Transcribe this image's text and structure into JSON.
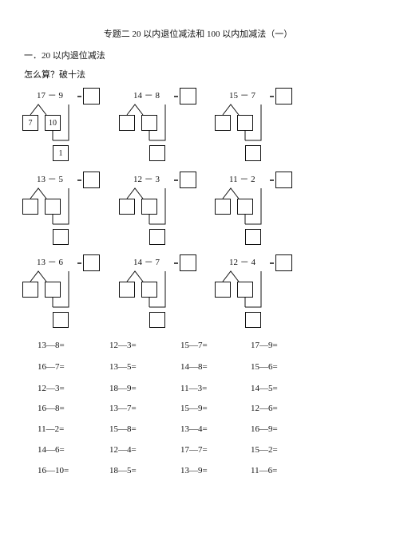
{
  "title": "专题二 20 以内退位减法和 100 以内加减法（一）",
  "section": "一．20 以内退位减法",
  "subtitle": "怎么算？破十法",
  "problems": [
    {
      "expr": "17 － 9",
      "left": "7",
      "right": "10",
      "bottom": "1"
    },
    {
      "expr": "14 － 8",
      "left": "",
      "right": "",
      "bottom": ""
    },
    {
      "expr": "15 － 7",
      "left": "",
      "right": "",
      "bottom": ""
    },
    {
      "expr": "13 － 5",
      "left": "",
      "right": "",
      "bottom": ""
    },
    {
      "expr": "12 － 3",
      "left": "",
      "right": "",
      "bottom": ""
    },
    {
      "expr": "11 － 2",
      "left": "",
      "right": "",
      "bottom": ""
    },
    {
      "expr": "13 － 6",
      "left": "",
      "right": "",
      "bottom": ""
    },
    {
      "expr": "14 － 7",
      "left": "",
      "right": "",
      "bottom": ""
    },
    {
      "expr": "12 － 4",
      "left": "",
      "right": "",
      "bottom": ""
    }
  ],
  "drills": [
    [
      "13—8=",
      "12—3=",
      "15—7=",
      "17—9="
    ],
    [
      "16—7=",
      "13—5=",
      "14—8=",
      "15—6="
    ],
    [
      "12—3=",
      "18—9=",
      "11—3=",
      "14—5="
    ],
    [
      "16—8=",
      "13—7=",
      "15—9=",
      "12—6="
    ],
    [
      "11—2=",
      "15—8=",
      "13—4=",
      "16—9="
    ],
    [
      "14—6=",
      "12—4=",
      "17—7=",
      "15—2="
    ],
    [
      "16—10=",
      "18—5=",
      "13—9=",
      "11—6="
    ]
  ]
}
